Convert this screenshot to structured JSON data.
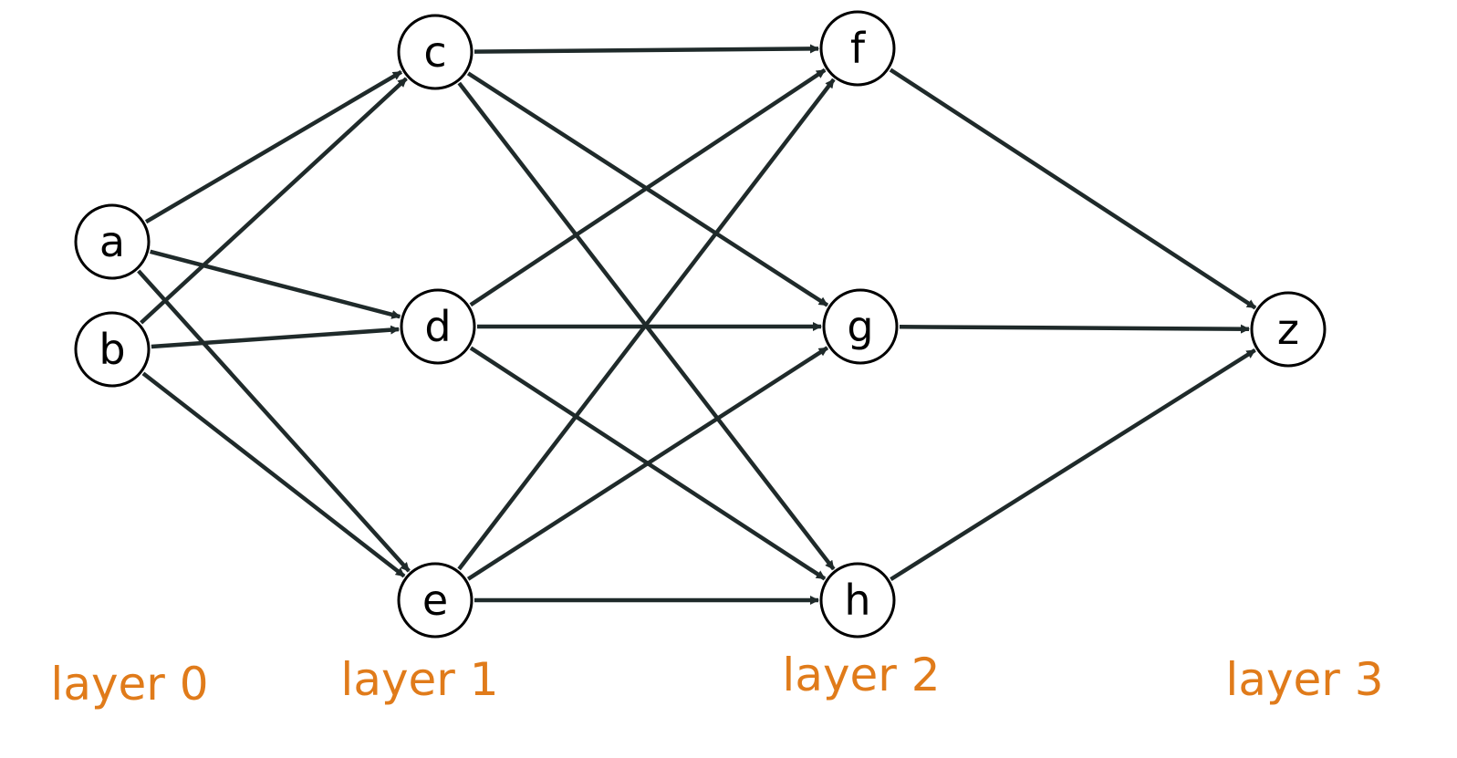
{
  "colors": {
    "edge": "#1f2a2a",
    "node_stroke": "#000000",
    "layer_label": "#e07b1a"
  },
  "nodes": [
    {
      "id": "a",
      "label": "a"
    },
    {
      "id": "b",
      "label": "b"
    },
    {
      "id": "c",
      "label": "c"
    },
    {
      "id": "d",
      "label": "d"
    },
    {
      "id": "e",
      "label": "e"
    },
    {
      "id": "f",
      "label": "f"
    },
    {
      "id": "g",
      "label": "g"
    },
    {
      "id": "h",
      "label": "h"
    },
    {
      "id": "z",
      "label": "z"
    }
  ],
  "edges": [
    {
      "from": "a",
      "to": "c"
    },
    {
      "from": "a",
      "to": "d"
    },
    {
      "from": "a",
      "to": "e"
    },
    {
      "from": "b",
      "to": "c"
    },
    {
      "from": "b",
      "to": "d"
    },
    {
      "from": "b",
      "to": "e"
    },
    {
      "from": "c",
      "to": "f"
    },
    {
      "from": "c",
      "to": "g"
    },
    {
      "from": "c",
      "to": "h"
    },
    {
      "from": "d",
      "to": "f"
    },
    {
      "from": "d",
      "to": "g"
    },
    {
      "from": "d",
      "to": "h"
    },
    {
      "from": "e",
      "to": "f"
    },
    {
      "from": "e",
      "to": "g"
    },
    {
      "from": "e",
      "to": "h"
    },
    {
      "from": "f",
      "to": "z"
    },
    {
      "from": "g",
      "to": "z"
    },
    {
      "from": "h",
      "to": "z"
    }
  ],
  "layers": [
    {
      "label": "layer 0"
    },
    {
      "label": "layer 1"
    },
    {
      "label": "layer 2"
    },
    {
      "label": "layer 3"
    }
  ]
}
